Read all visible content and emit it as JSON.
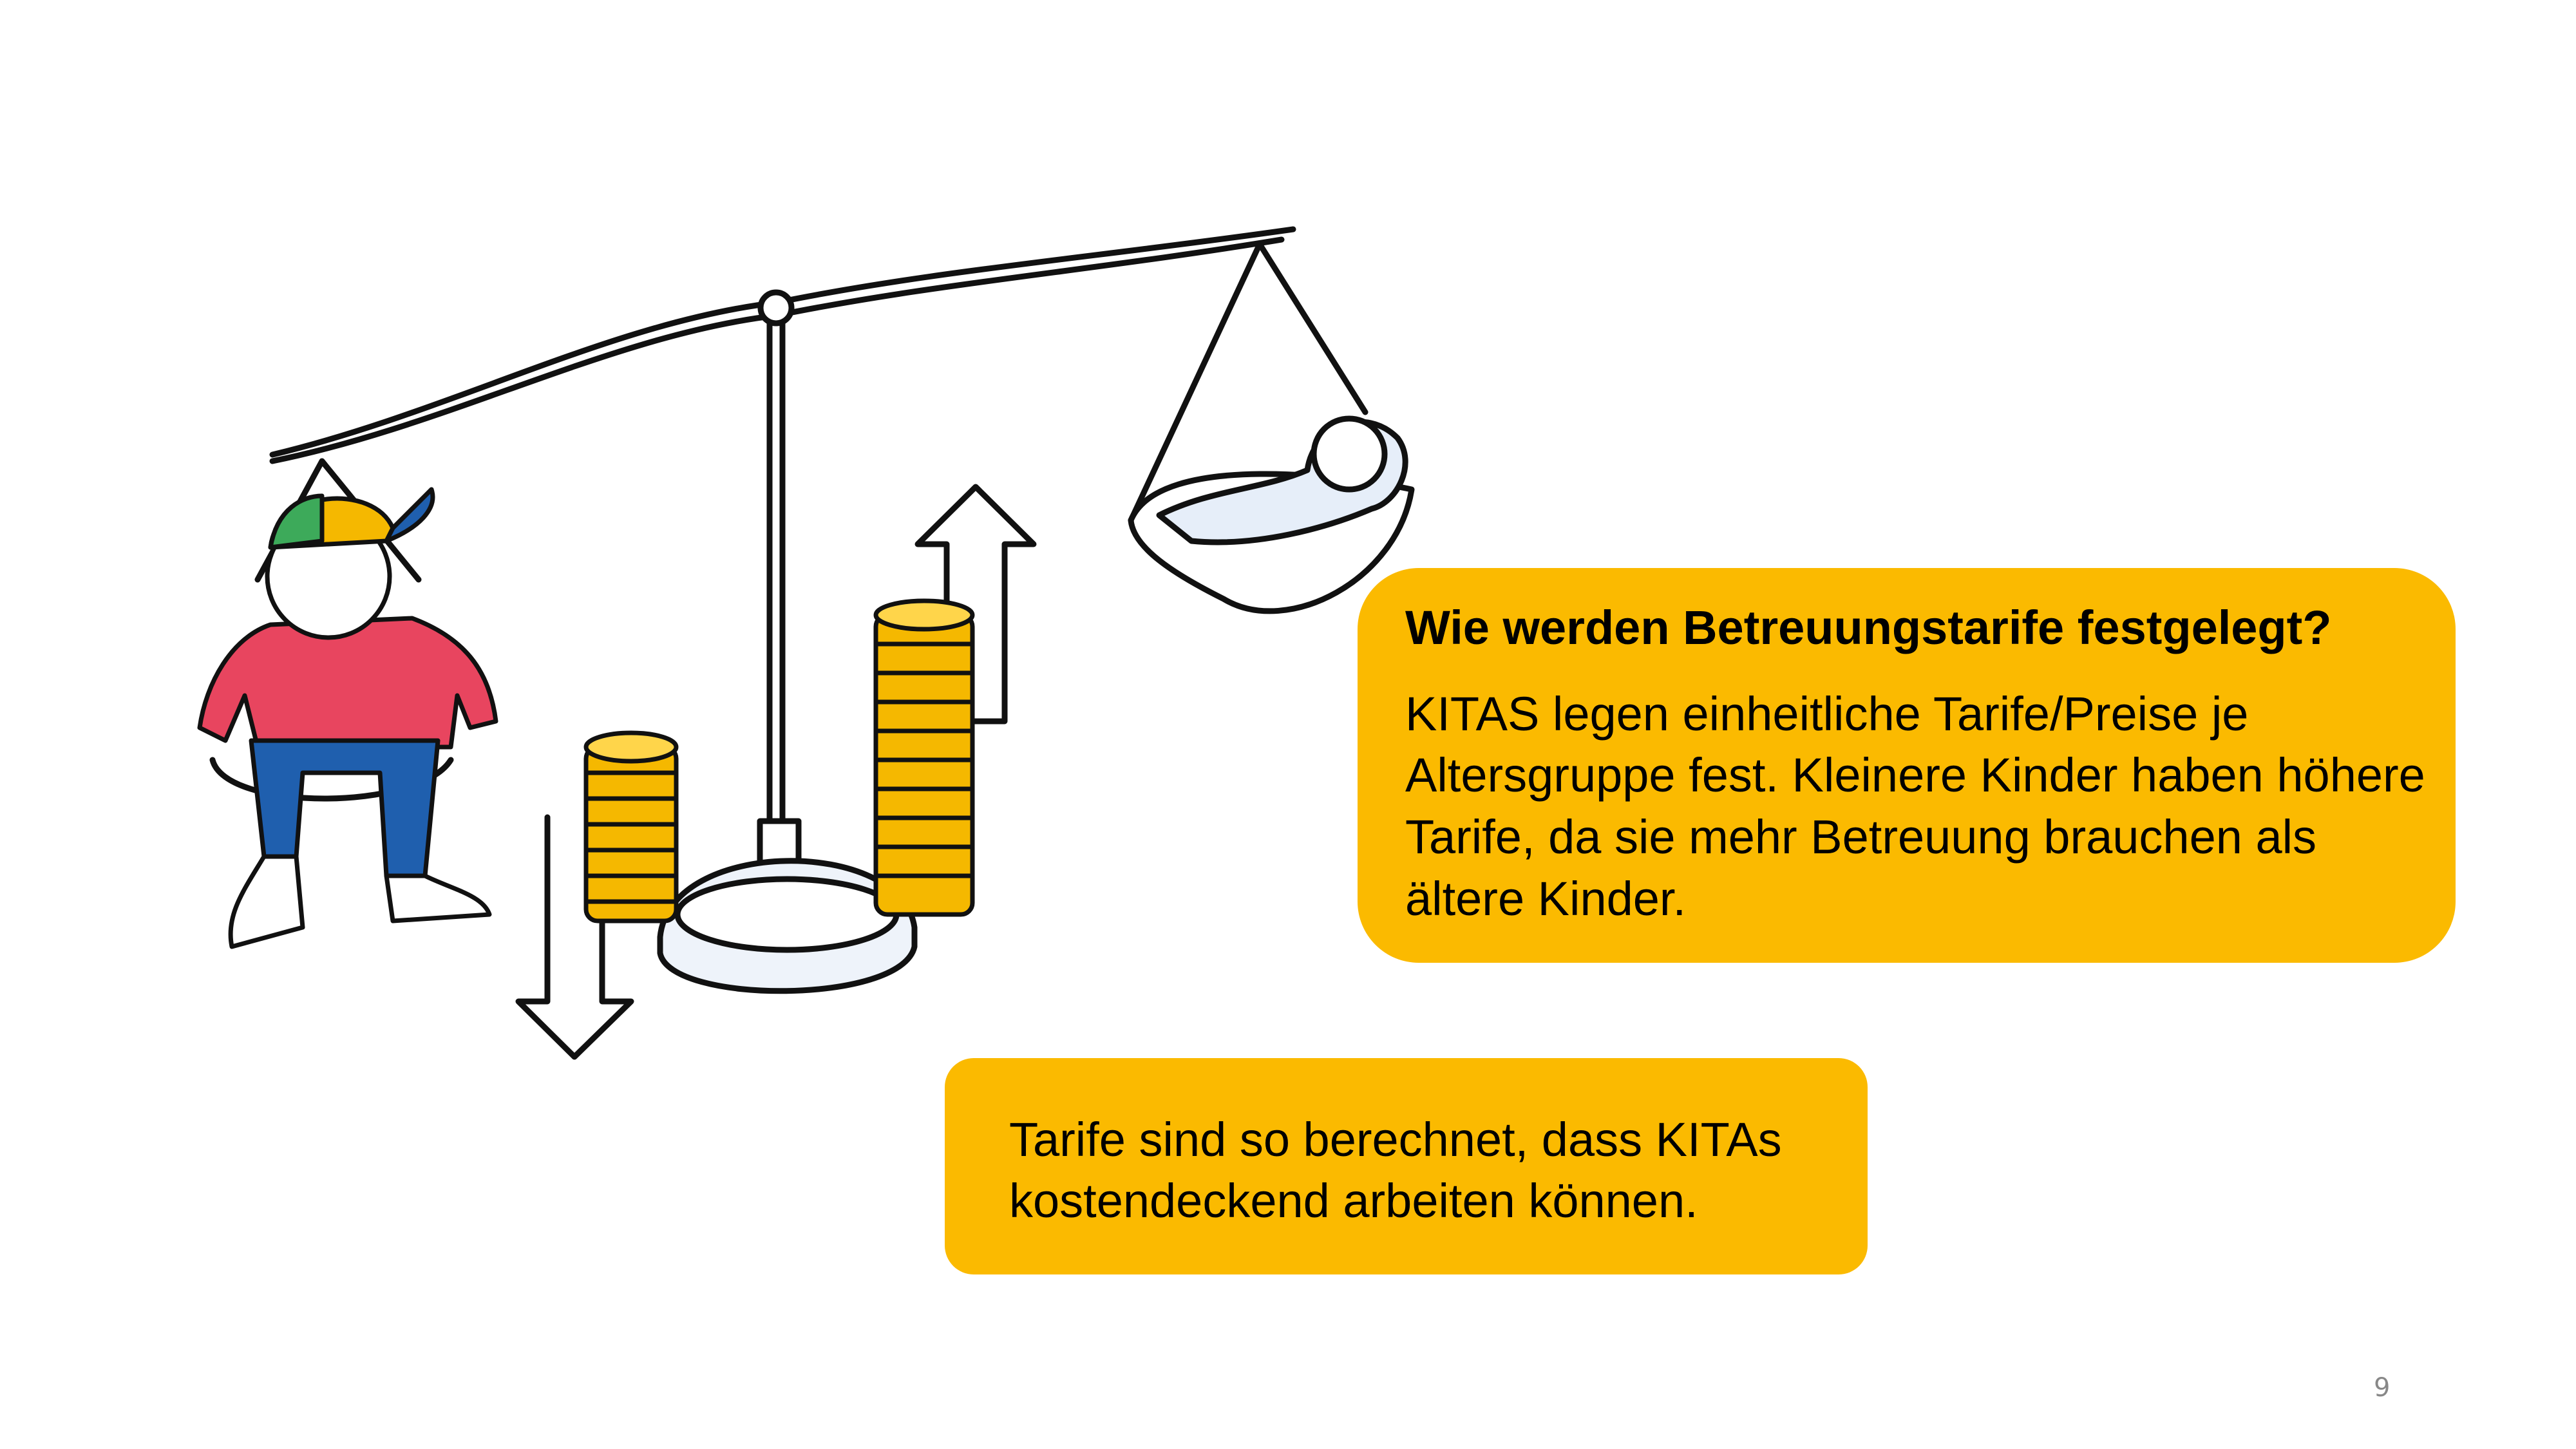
{
  "info_box": {
    "title": "Wie werden Betreuungstarife festgelegt?",
    "lines": [
      "KITAS legen einheitliche Tarife/Preise je",
      "Altersgruppe fest. Kleinere Kinder haben höhere",
      "Tarife, da sie mehr Betreuung brauchen als",
      "ältere Kinder."
    ]
  },
  "note_box": {
    "lines": [
      "Tarife sind so berechnet, dass KITAs",
      "kostendeckend arbeiten können."
    ]
  },
  "page_number": "9",
  "colors": {
    "box": "#FBBA00",
    "sweater": "#E8455F",
    "jeans": "#1F5FAE",
    "coin": "#F5B800"
  }
}
